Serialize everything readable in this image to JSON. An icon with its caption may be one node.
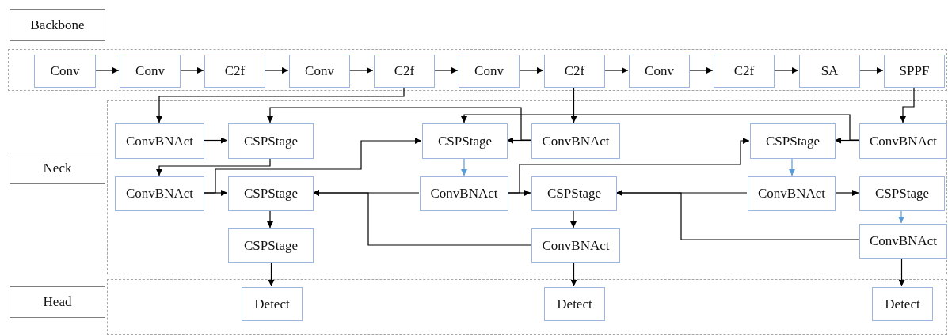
{
  "diagram": {
    "nodes": [
      {
        "text": [
          "Backbone"
        ]
      },
      {
        "text": [],
        "shape": "box"
      },
      {
        "text": [
          "Conv"
        ],
        "in": 1
      },
      {
        "text": [
          "Conv"
        ],
        "in": 1
      },
      {
        "text": [
          "C2f"
        ],
        "in": 1
      },
      {
        "text": [
          "Conv"
        ],
        "in": 1
      },
      {
        "text": [
          "C2f"
        ],
        "in": 1
      },
      {
        "text": [
          "Conv"
        ],
        "in": 1
      },
      {
        "text": [
          "C2f"
        ],
        "in": 1
      },
      {
        "text": [
          "Conv"
        ],
        "in": 1
      },
      {
        "text": [
          "C2f"
        ],
        "in": 1
      },
      {
        "text": [
          "SA"
        ],
        "in": 1
      },
      {
        "text": [
          "SPPF"
        ],
        "in": 1
      },
      {
        "text": [
          "Neck"
        ]
      },
      {
        "text": [],
        "shape": "box"
      },
      {
        "text": [
          "ConvBNAct"
        ],
        "in": 14
      },
      {
        "text": [
          "CSPStage"
        ],
        "in": 14
      },
      {
        "text": [
          "CSPStage"
        ],
        "in": 14
      },
      {
        "text": [
          "ConvBNAct"
        ],
        "in": 14
      },
      {
        "text": [
          "CSPStage"
        ],
        "in": 14
      },
      {
        "text": [
          "ConvBNAct"
        ],
        "in": 14
      },
      {
        "text": [
          "ConvBNAct"
        ],
        "in": 14
      },
      {
        "text": [
          "CSPStage"
        ],
        "in": 14
      },
      {
        "text": [
          "ConvBNAct"
        ],
        "in": 14
      },
      {
        "text": [
          "CSPStage"
        ],
        "in": 14
      },
      {
        "text": [
          "ConvBNAct"
        ],
        "in": 14
      },
      {
        "text": [
          "CSPStage"
        ],
        "in": 14
      },
      {
        "text": [
          "CSPStage"
        ],
        "in": 14
      },
      {
        "text": [
          "ConvBNAct"
        ],
        "in": 14
      },
      {
        "text": [
          "ConvBNAct"
        ],
        "in": 14
      },
      {
        "text": [
          "Head"
        ]
      },
      {
        "text": [],
        "shape": "box"
      },
      {
        "text": [
          "Detect"
        ],
        "in": 31
      },
      {
        "text": [
          "Detect"
        ],
        "in": 31
      },
      {
        "text": [
          "Detect"
        ],
        "in": 31
      }
    ],
    "edges": [
      {
        "from": 2,
        "to": 3,
        "arrow": "to"
      },
      {
        "from": 3,
        "to": 4,
        "arrow": "to"
      },
      {
        "from": 4,
        "to": 5,
        "arrow": "to"
      },
      {
        "from": 5,
        "to": 6,
        "arrow": "to"
      },
      {
        "from": 6,
        "to": 7,
        "arrow": "to"
      },
      {
        "from": 7,
        "to": 8,
        "arrow": "to"
      },
      {
        "from": 8,
        "to": 9,
        "arrow": "to"
      },
      {
        "from": 9,
        "to": 10,
        "arrow": "to"
      },
      {
        "from": 10,
        "to": 11,
        "arrow": "to"
      },
      {
        "from": 11,
        "to": 12,
        "arrow": "to"
      },
      {
        "from": 6,
        "to": 15,
        "arrow": "to"
      },
      {
        "from": 8,
        "to": 18,
        "arrow": "to"
      },
      {
        "from": 12,
        "to": 20,
        "arrow": "to"
      },
      {
        "from": 20,
        "to": 19,
        "arrow": "to"
      },
      {
        "from": 20,
        "to": 17,
        "arrow": "to"
      },
      {
        "from": 18,
        "to": 17,
        "arrow": "to"
      },
      {
        "from": 18,
        "to": 16,
        "arrow": "to"
      },
      {
        "from": 15,
        "to": 16,
        "arrow": "to"
      },
      {
        "from": 16,
        "to": 21,
        "arrow": "to"
      },
      {
        "from": 21,
        "to": 22,
        "arrow": "to"
      },
      {
        "from": 21,
        "to": 17,
        "arrow": "to"
      },
      {
        "from": 17,
        "to": 23,
        "arrow": "to",
        "color": "#5b9bd5"
      },
      {
        "from": 23,
        "to": 22,
        "arrow": "to"
      },
      {
        "from": 28,
        "to": 22,
        "arrow": "to"
      },
      {
        "from": 23,
        "to": 24,
        "arrow": "to"
      },
      {
        "from": 23,
        "to": 19,
        "arrow": "to"
      },
      {
        "from": 24,
        "to": 28,
        "arrow": "to"
      },
      {
        "from": 25,
        "to": 24,
        "arrow": "to"
      },
      {
        "from": 29,
        "to": 24,
        "arrow": "to"
      },
      {
        "from": 19,
        "to": 25,
        "arrow": "to",
        "color": "#5b9bd5"
      },
      {
        "from": 25,
        "to": 26,
        "arrow": "to"
      },
      {
        "from": 26,
        "to": 29,
        "arrow": "to",
        "color": "#5b9bd5"
      },
      {
        "from": 22,
        "to": 27,
        "arrow": "to"
      },
      {
        "from": 27,
        "to": 32,
        "arrow": "to"
      },
      {
        "from": 28,
        "to": 33,
        "arrow": "to"
      },
      {
        "from": 29,
        "to": 34,
        "arrow": "to"
      }
    ]
  }
}
